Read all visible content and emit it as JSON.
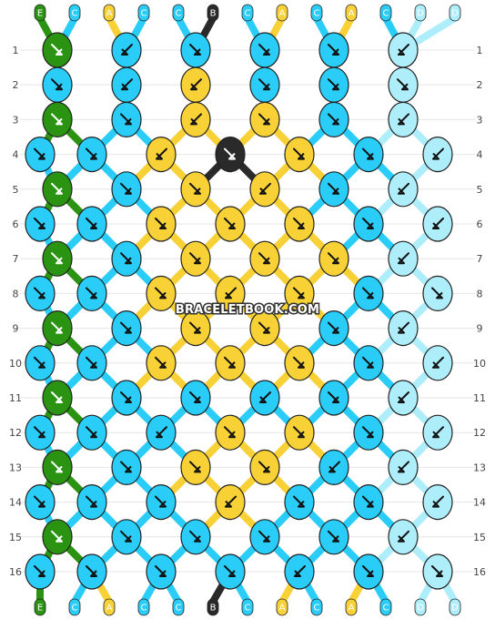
{
  "colors": {
    "E": "#2a9412",
    "C": "#29cdf8",
    "A": "#f8d137",
    "B": "#2a2a2a",
    "D": "#aeeefb"
  },
  "top_labels": [
    "E",
    "C",
    "A",
    "C",
    "C",
    "B",
    "C",
    "A",
    "C",
    "A",
    "C",
    "D",
    "D"
  ],
  "bottom_labels": [
    "E",
    "C",
    "A",
    "C",
    "C",
    "B",
    "C",
    "A",
    "C",
    "A",
    "C",
    "D",
    "D"
  ],
  "row_numbers": [
    "1",
    "2",
    "3",
    "4",
    "5",
    "6",
    "7",
    "8",
    "9",
    "10",
    "11",
    "12",
    "13",
    "14",
    "15",
    "16"
  ],
  "watermark": "BRACELETBOOK.COM",
  "rows": [
    [
      {
        "c": "E",
        "a": "rl"
      },
      {
        "c": "C",
        "a": "l"
      },
      {
        "c": "C",
        "a": "r"
      },
      {
        "c": "C",
        "a": "r"
      },
      {
        "c": "C",
        "a": "rl"
      },
      {
        "c": "D",
        "a": "lr"
      }
    ],
    [
      {
        "c": "C",
        "a": "r"
      },
      {
        "c": "C",
        "a": "l"
      },
      {
        "c": "A",
        "a": "lr"
      },
      {
        "c": "C",
        "a": "r"
      },
      {
        "c": "C",
        "a": "r"
      },
      {
        "c": "D",
        "a": "r"
      }
    ],
    [
      {
        "c": "E",
        "a": "rl"
      },
      {
        "c": "C",
        "a": "r"
      },
      {
        "c": "A",
        "a": "l"
      },
      {
        "c": "A",
        "a": "r"
      },
      {
        "c": "C",
        "a": "r"
      },
      {
        "c": "D",
        "a": "lr"
      }
    ],
    [
      {
        "c": "C",
        "a": "r"
      },
      {
        "c": "C",
        "a": "r"
      },
      {
        "c": "A",
        "a": "l"
      },
      {
        "c": "B",
        "a": "r"
      },
      {
        "c": "A",
        "a": "r"
      },
      {
        "c": "C",
        "a": "r"
      },
      {
        "c": "D",
        "a": "l"
      }
    ],
    [
      {
        "c": "E",
        "a": "rl"
      },
      {
        "c": "C",
        "a": "r"
      },
      {
        "c": "A",
        "a": "r"
      },
      {
        "c": "A",
        "a": "l"
      },
      {
        "c": "C",
        "a": "r"
      },
      {
        "c": "D",
        "a": "lr"
      }
    ],
    [
      {
        "c": "C",
        "a": "r"
      },
      {
        "c": "C",
        "a": "r"
      },
      {
        "c": "A",
        "a": "r"
      },
      {
        "c": "A",
        "a": "r"
      },
      {
        "c": "A",
        "a": "r"
      },
      {
        "c": "C",
        "a": "r"
      },
      {
        "c": "D",
        "a": "l"
      }
    ],
    [
      {
        "c": "E",
        "a": "rl"
      },
      {
        "c": "C",
        "a": "r"
      },
      {
        "c": "A",
        "a": "r"
      },
      {
        "c": "A",
        "a": "r"
      },
      {
        "c": "A",
        "a": "r"
      },
      {
        "c": "D",
        "a": "lr"
      }
    ],
    [
      {
        "c": "C",
        "a": "r"
      },
      {
        "c": "C",
        "a": "r"
      },
      {
        "c": "A",
        "a": "r"
      },
      {
        "c": "A",
        "a": "l"
      },
      {
        "c": "A",
        "a": "r"
      },
      {
        "c": "C",
        "a": "r"
      },
      {
        "c": "D",
        "a": "r"
      }
    ],
    [
      {
        "c": "E",
        "a": "rl"
      },
      {
        "c": "C",
        "a": "r"
      },
      {
        "c": "A",
        "a": "r"
      },
      {
        "c": "A",
        "a": "r"
      },
      {
        "c": "C",
        "a": "r"
      },
      {
        "c": "D",
        "a": "lr"
      }
    ],
    [
      {
        "c": "C",
        "a": "r"
      },
      {
        "c": "C",
        "a": "r"
      },
      {
        "c": "A",
        "a": "r"
      },
      {
        "c": "A",
        "a": "r"
      },
      {
        "c": "A",
        "a": "r"
      },
      {
        "c": "C",
        "a": "r"
      },
      {
        "c": "D",
        "a": "l"
      }
    ],
    [
      {
        "c": "E",
        "a": "rl"
      },
      {
        "c": "C",
        "a": "r"
      },
      {
        "c": "C",
        "a": "r"
      },
      {
        "c": "C",
        "a": "l"
      },
      {
        "c": "C",
        "a": "r"
      },
      {
        "c": "D",
        "a": "lr"
      }
    ],
    [
      {
        "c": "C",
        "a": "r"
      },
      {
        "c": "C",
        "a": "r"
      },
      {
        "c": "C",
        "a": "l"
      },
      {
        "c": "A",
        "a": "r"
      },
      {
        "c": "A",
        "a": "r"
      },
      {
        "c": "C",
        "a": "r"
      },
      {
        "c": "D",
        "a": "l"
      }
    ],
    [
      {
        "c": "E",
        "a": "rl"
      },
      {
        "c": "C",
        "a": "r"
      },
      {
        "c": "A",
        "a": "rl"
      },
      {
        "c": "A",
        "a": "r"
      },
      {
        "c": "C",
        "a": "l"
      },
      {
        "c": "D",
        "a": "lr"
      }
    ],
    [
      {
        "c": "C",
        "a": "r"
      },
      {
        "c": "C",
        "a": "r"
      },
      {
        "c": "C",
        "a": "r"
      },
      {
        "c": "A",
        "a": "l"
      },
      {
        "c": "C",
        "a": "r"
      },
      {
        "c": "C",
        "a": "r"
      },
      {
        "c": "D",
        "a": "l"
      }
    ],
    [
      {
        "c": "E",
        "a": "rl"
      },
      {
        "c": "C",
        "a": "r"
      },
      {
        "c": "C",
        "a": "r"
      },
      {
        "c": "C",
        "a": "r"
      },
      {
        "c": "C",
        "a": "r"
      },
      {
        "c": "D",
        "a": "lr"
      }
    ],
    [
      {
        "c": "C",
        "a": "r"
      },
      {
        "c": "C",
        "a": "r"
      },
      {
        "c": "C",
        "a": "r"
      },
      {
        "c": "C",
        "a": "r"
      },
      {
        "c": "C",
        "a": "l"
      },
      {
        "c": "C",
        "a": "r"
      },
      {
        "c": "D",
        "a": "r"
      }
    ]
  ]
}
